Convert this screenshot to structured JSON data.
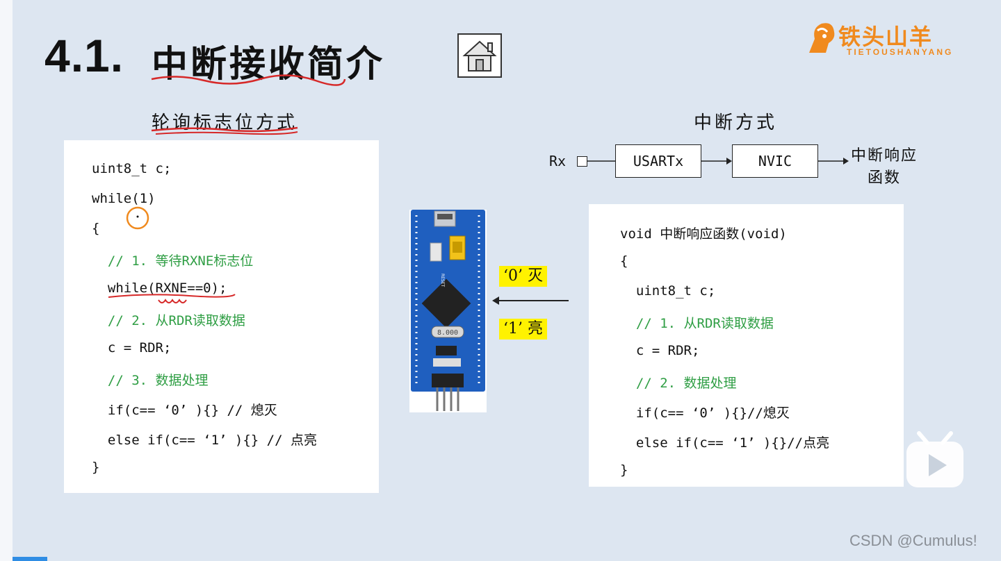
{
  "title": {
    "number": "4.1.",
    "text": "中断接收简介"
  },
  "logo": {
    "main": "铁头山羊",
    "sub": "TIETOUSHANYANG"
  },
  "left": {
    "heading": "轮询标志位方式",
    "code": [
      "uint8_t c;",
      "while(1)",
      "{",
      "  // 1. 等待RXNE标志位",
      "  while(RXNE==0);",
      "  // 2. 从RDR读取数据",
      "  c = RDR;",
      "  // 3. 数据处理",
      "  if(c== ‘0’ ){} // 熄灭",
      "  else if(c== ‘1’ ){} // 点亮",
      "}"
    ]
  },
  "right": {
    "heading": "中断方式",
    "diagram": {
      "rx": "Rx",
      "box1": "USARTx",
      "box2": "NVIC",
      "out_line1": "中断响应",
      "out_line2": "函数"
    },
    "code": [
      "void 中断响应函数(void)",
      "{",
      "  uint8_t c;",
      "  // 1. 从RDR读取数据",
      "  c = RDR;",
      "  // 2. 数据处理",
      "  if(c== ‘0’ ){}//熄灭",
      "  else if(c== ‘1’ ){}//点亮",
      "}"
    ]
  },
  "middle": {
    "label_off": "‘0’ 灭",
    "label_on": "‘1’ 亮",
    "board": {
      "crystal": "8.000",
      "reset": "RESET"
    }
  },
  "watermark": "CSDN @Cumulus!",
  "colors": {
    "background": "#dde6f1",
    "comment": "#2f9e44",
    "highlight": "#fff200",
    "annotation": "#d62828",
    "logo": "#f08a1e"
  }
}
